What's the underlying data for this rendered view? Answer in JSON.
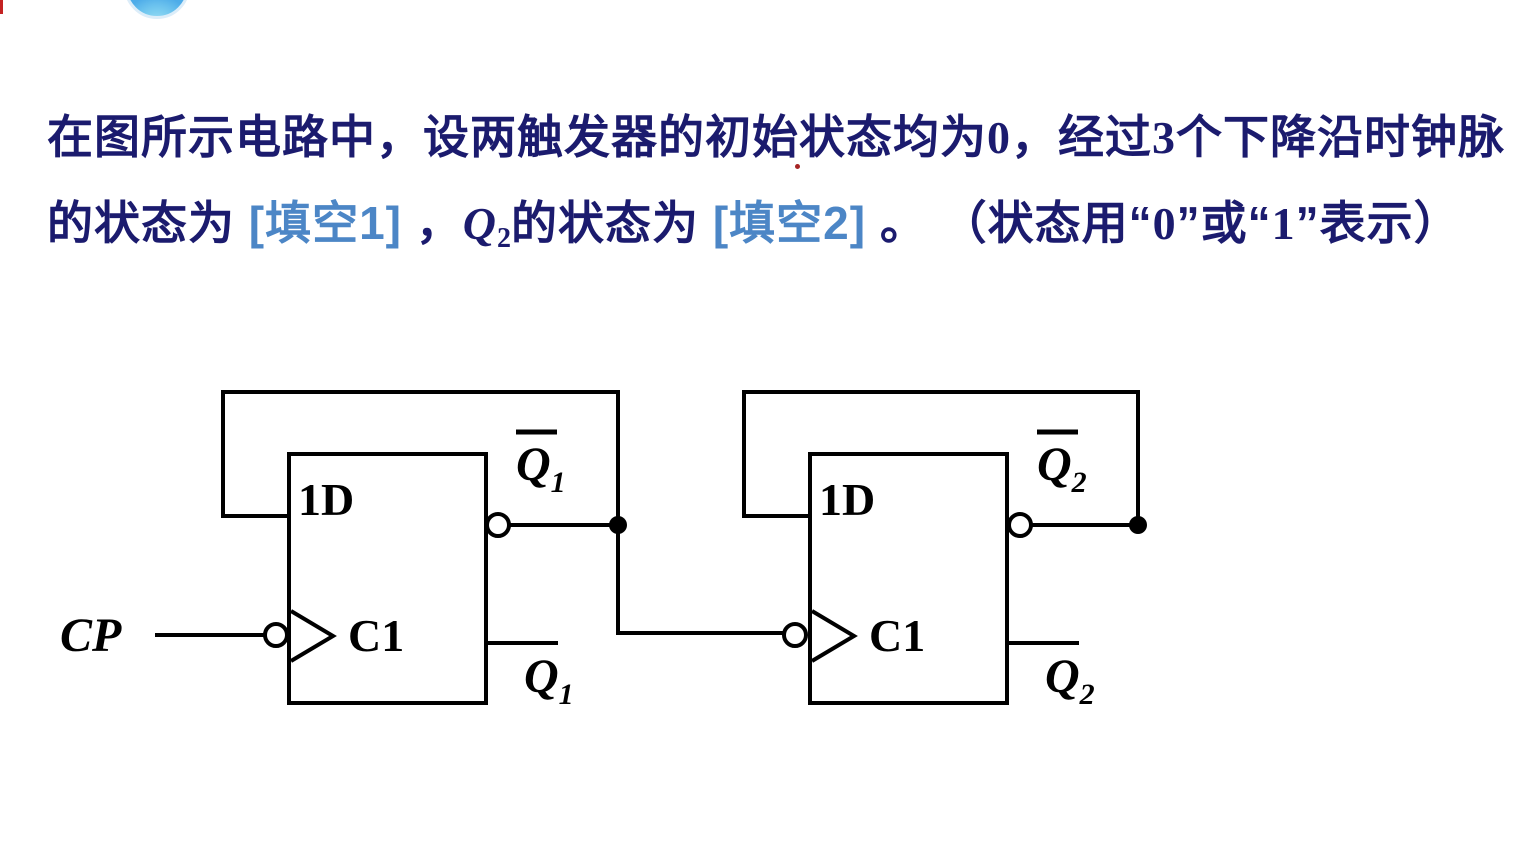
{
  "colors": {
    "text_navy": "#1b1b6e",
    "blank_blue": "#4c86c6",
    "circuit_black": "#000000",
    "sphere_blue": "#47a5e6",
    "red_mark": "#c42222"
  },
  "question": {
    "line1": {
      "seg1": "在图所示电路中，设两触发器的初始状态均为",
      "num1": "0",
      "seg2": "，经过",
      "num2": "3",
      "seg3": "个下降沿时钟脉"
    },
    "line2": {
      "seg1": "的状态为 ",
      "blank1": "[填空1]",
      "seg2": " ，",
      "q": "Q",
      "q_sub": "2",
      "seg3": "的状态为 ",
      "blank2": "[填空2]",
      "seg4": " 。 （状态用“",
      "num0": "0",
      "seg5": "”或“",
      "num1": "1",
      "seg6": "”表示）"
    }
  },
  "circuit": {
    "cp_label": "CP",
    "ff1": {
      "d_input": "1D",
      "clock": "C1",
      "q": "Q",
      "q_sub": "1",
      "qbar": "Q",
      "qbar_sub": "1"
    },
    "ff2": {
      "d_input": "1D",
      "clock": "C1",
      "q": "Q",
      "q_sub": "2",
      "qbar": "Q",
      "qbar_sub": "2"
    }
  }
}
